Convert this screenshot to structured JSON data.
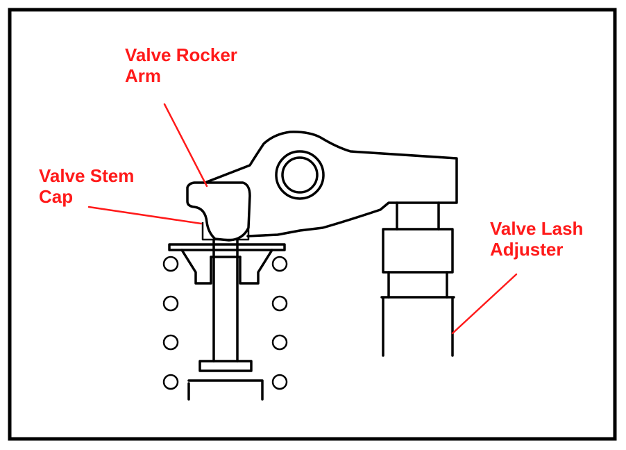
{
  "colors": {
    "label": "#ff1a1a",
    "ink": "#000000",
    "background": "#ffffff"
  },
  "labels": {
    "rocker_arm": {
      "line1": "Valve Rocker",
      "line2": "Arm"
    },
    "stem_cap": {
      "line1": "Valve Stem",
      "line2": "Cap"
    },
    "lash_adjuster": {
      "line1": "Valve Lash",
      "line2": "Adjuster"
    }
  }
}
